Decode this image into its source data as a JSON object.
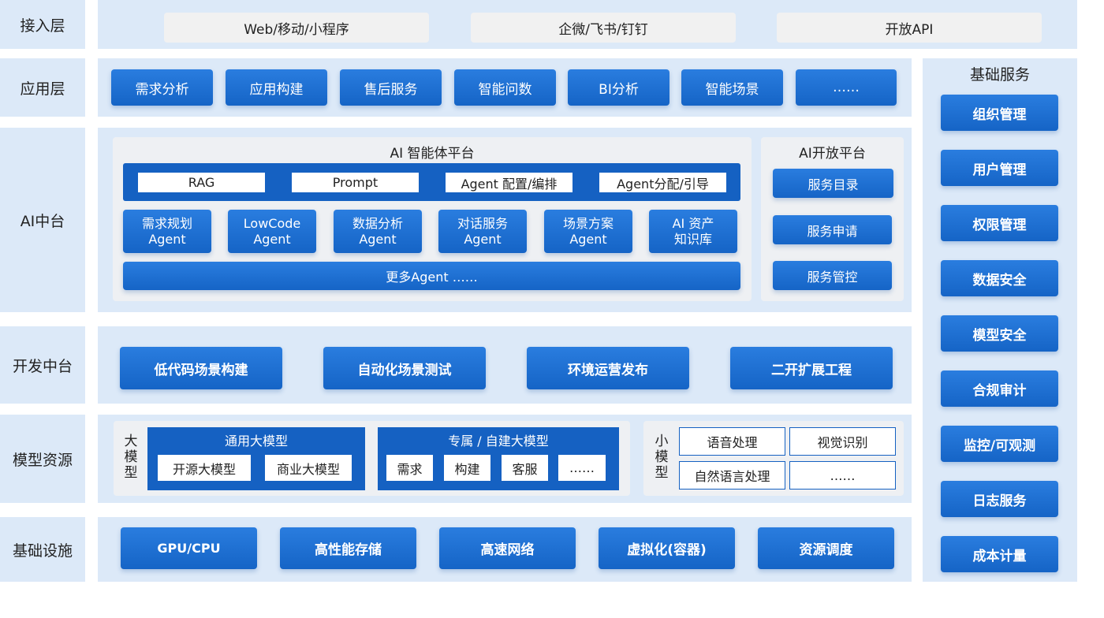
{
  "layers": {
    "access": "接入层",
    "app": "应用层",
    "ai": "AI中台",
    "dev": "开发中台",
    "model": "模型资源",
    "infra": "基础设施"
  },
  "access": [
    "Web/移动/小程序",
    "企微/飞书/钉钉",
    "开放API"
  ],
  "apps": [
    "需求分析",
    "应用构建",
    "售后服务",
    "智能问数",
    "BI分析",
    "智能场景",
    "……"
  ],
  "ai_platform": {
    "title": "AI 智能体平台",
    "tags": [
      "RAG",
      "Prompt",
      "Agent 配置/编排",
      "Agent分配/引导"
    ],
    "agents": [
      {
        "l1": "需求规划",
        "l2": "Agent"
      },
      {
        "l1": "LowCode",
        "l2": "Agent"
      },
      {
        "l1": "数据分析",
        "l2": "Agent"
      },
      {
        "l1": "对话服务",
        "l2": "Agent"
      },
      {
        "l1": "场景方案",
        "l2": "Agent"
      },
      {
        "l1": "AI 资产",
        "l2": "知识库"
      }
    ],
    "more": "更多Agent ……"
  },
  "open_platform": {
    "title": "AI开放平台",
    "items": [
      "服务目录",
      "服务申请",
      "服务管控"
    ]
  },
  "dev": [
    "低代码场景构建",
    "自动化场景测试",
    "环境运营发布",
    "二开扩展工程"
  ],
  "models": {
    "large_label": [
      "大",
      "模",
      "型"
    ],
    "general": {
      "title": "通用大模型",
      "items": [
        "开源大模型",
        "商业大模型"
      ]
    },
    "custom": {
      "title": "专属 / 自建大模型",
      "items": [
        "需求",
        "构建",
        "客服",
        "……"
      ]
    },
    "small_label": [
      "小",
      "模",
      "型"
    ],
    "small_items": [
      "语音处理",
      "视觉识别",
      "自然语言处理",
      "……"
    ]
  },
  "infra": [
    "GPU/CPU",
    "高性能存储",
    "高速网络",
    "虚拟化(容器)",
    "资源调度"
  ],
  "base_services": {
    "title": "基础服务",
    "items": [
      "组织管理",
      "用户管理",
      "权限管理",
      "数据安全",
      "模型安全",
      "合规审计",
      "监控/可观测",
      "日志服务",
      "成本计量"
    ]
  }
}
